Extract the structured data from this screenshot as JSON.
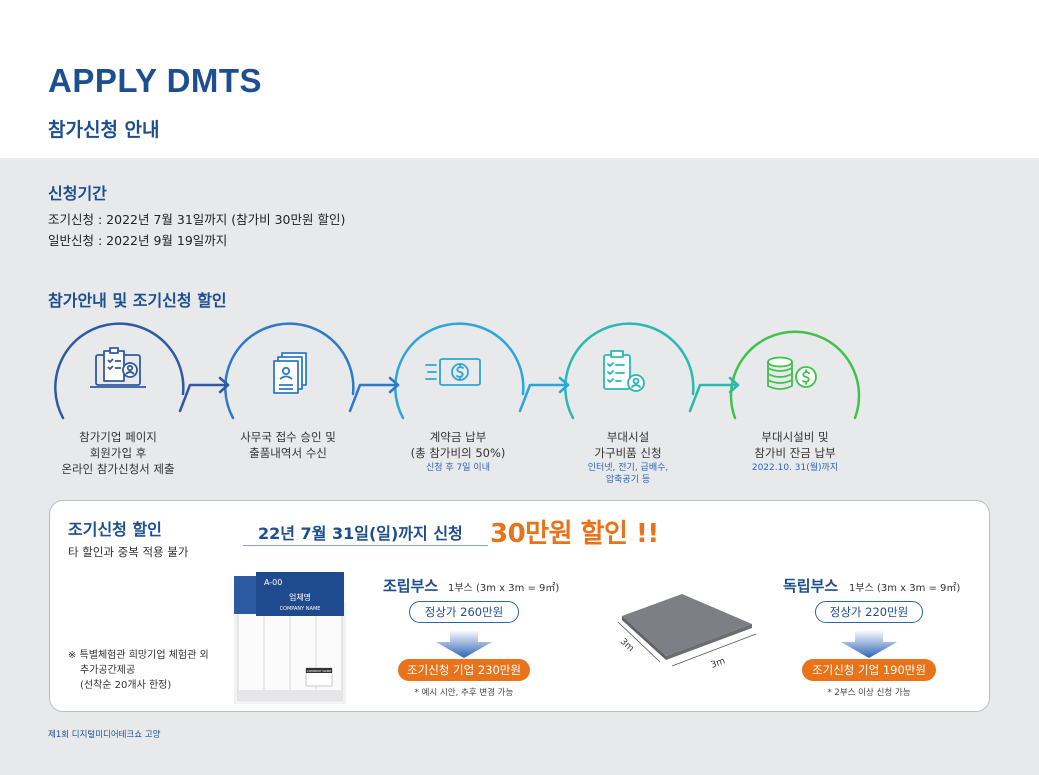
{
  "header": {
    "title": "APPLY DMTS",
    "subtitle": "참가신청 안내"
  },
  "period": {
    "title": "신청기간",
    "early": "조기신청 : 2022년 7월 31일까지 (참가비 30만원 할인)",
    "general": "일반신청 : 2022년 9월 19일까지"
  },
  "process": {
    "title": "참가안내 및 조기신청 할인",
    "steps": [
      {
        "line1": "참가기업 페이지",
        "line2": "회원가입 후",
        "line3": "온라인 참가신청서 제출",
        "note1": "",
        "note2": "",
        "icon": "laptop-form-icon",
        "color": "#2f5aa3"
      },
      {
        "line1": "사무국 접수 승인 및",
        "line2": "출품내역서 수신",
        "line3": "",
        "note1": "",
        "note2": "",
        "icon": "document-stack-icon",
        "color": "#2e79c9"
      },
      {
        "line1": "계약금 납부",
        "line2": "(총 참가비의 50%)",
        "line3": "",
        "note1": "신청 후 7일 이내",
        "note2": "",
        "icon": "money-bill-icon",
        "color": "#2aa6d8"
      },
      {
        "line1": "부대시설",
        "line2": "가구비품 신청",
        "line3": "",
        "note1": "인터넷, 전기, 급배수,",
        "note2": "압축공기 등",
        "icon": "checklist-icon",
        "color": "#29b9b0"
      },
      {
        "line1": "부대시설비 및",
        "line2": "참가비 잔금 납부",
        "line3": "",
        "note1": "2022.10. 31(월)까지",
        "note2": "",
        "icon": "coins-icon",
        "color": "#3fc24a"
      }
    ]
  },
  "early_discount": {
    "title": "조기신청 할인",
    "subtitle": "타 할인과 중복 적용 불가",
    "deadline": "22년 7월 31일(일)까지 신청",
    "amount": "30만원 할인 !!",
    "note_line1": "※ 특별체험관 희망기업 체험관 외",
    "note_line2": "추가공간제공",
    "note_line3": "(선착순 20개사 한정)"
  },
  "booths": {
    "assembled": {
      "name": "조립부스",
      "spec": "1부스 (3m x 3m = 9㎡)",
      "regular": "정상가 260만원",
      "early": "조기신청 기업 230만원",
      "footnote": "* 예시 시안, 추후 변경 가능",
      "sign_number": "A-00",
      "sign_name": "업체명",
      "sign_sub": "COMPANY NAME",
      "desk_label": "COMPANY NAME"
    },
    "independent": {
      "name": "독립부스",
      "spec": "1부스 (3m x 3m = 9㎡)",
      "regular": "정상가 220만원",
      "early": "조기신청 기업 190만원",
      "footnote": "* 2부스 이상 신청 가능",
      "dim_left": "3m",
      "dim_bottom": "3m"
    }
  },
  "footer": "제1회 디지털미디어테크쇼 고양",
  "colors": {
    "primary": "#1d4e8f",
    "accent": "#e8731a",
    "background": "#e8e9eb"
  }
}
